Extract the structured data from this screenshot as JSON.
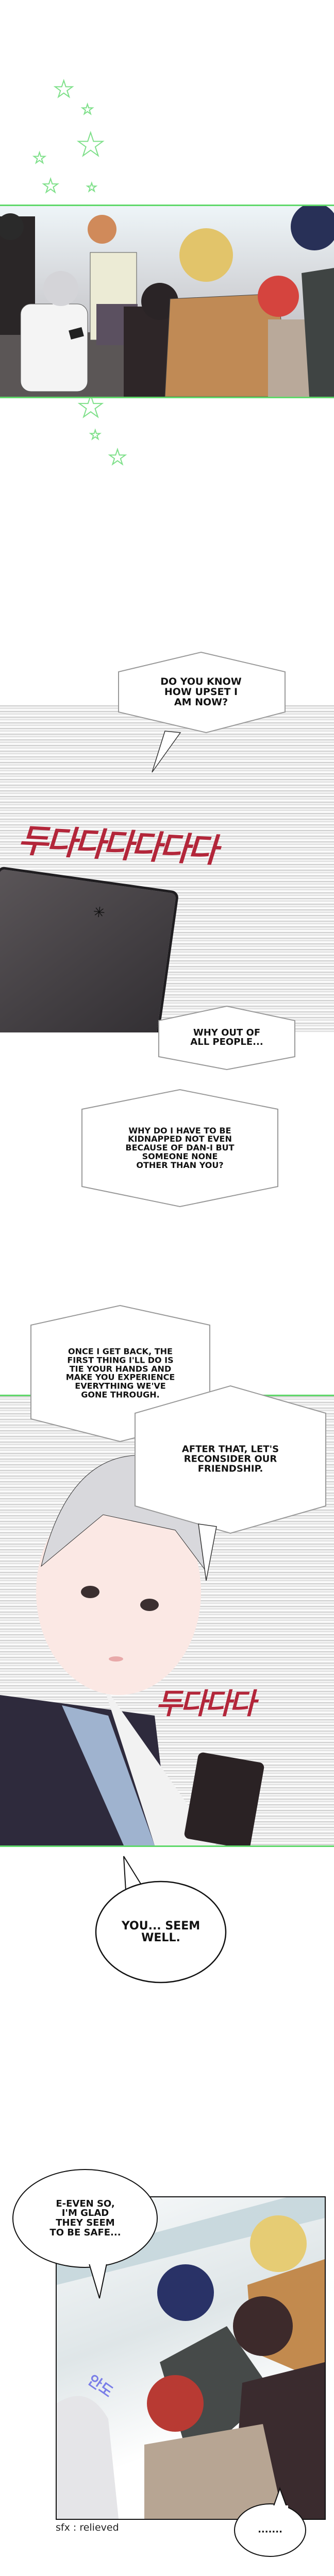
{
  "colors": {
    "panel_border": "#5fd86a",
    "sfx_red": "#b3263a",
    "sfx_blue": "#7a7ee8",
    "star_outline": "#7fe08a"
  },
  "panel1": {
    "icon": "group-of-characters-scene"
  },
  "panel2": {
    "bubble_upset": "DO YOU KNOW\nHOW UPSET I\nAM NOW?",
    "sfx_typing": "두다다다다다다",
    "bubble_why": "WHY OUT OF\nALL PEOPLE...",
    "bubble_kidnapped": "WHY DO I HAVE TO BE\nKIDNAPPED NOT EVEN\nBECAUSE OF DAN-I BUT\nSOMEONE NONE\nOTHER THAN YOU?",
    "icon": "angry-vein-icon"
  },
  "panel3": {
    "bubble_once": "ONCE I GET BACK, THE\nFIRST THING I'LL DO IS\nTIE YOUR HANDS AND\nMAKE YOU EXPERIENCE\nEVERYTHING WE'VE\nGONE THROUGH.",
    "bubble_after": "AFTER THAT, LET'S\nRECONSIDER OUR\nFRIENDSHIP.",
    "sfx_typing": "두다다다"
  },
  "bubble_seem_well": "YOU... SEEM\nWELL.",
  "panel4": {
    "bubble_glad": "E-EVEN SO,\nI'M GLAD\nTHEY SEEM\nTO BE SAFE...",
    "sfx_relieved": "안도",
    "caption": "sfx : relieved",
    "bubble_silence": "......."
  }
}
